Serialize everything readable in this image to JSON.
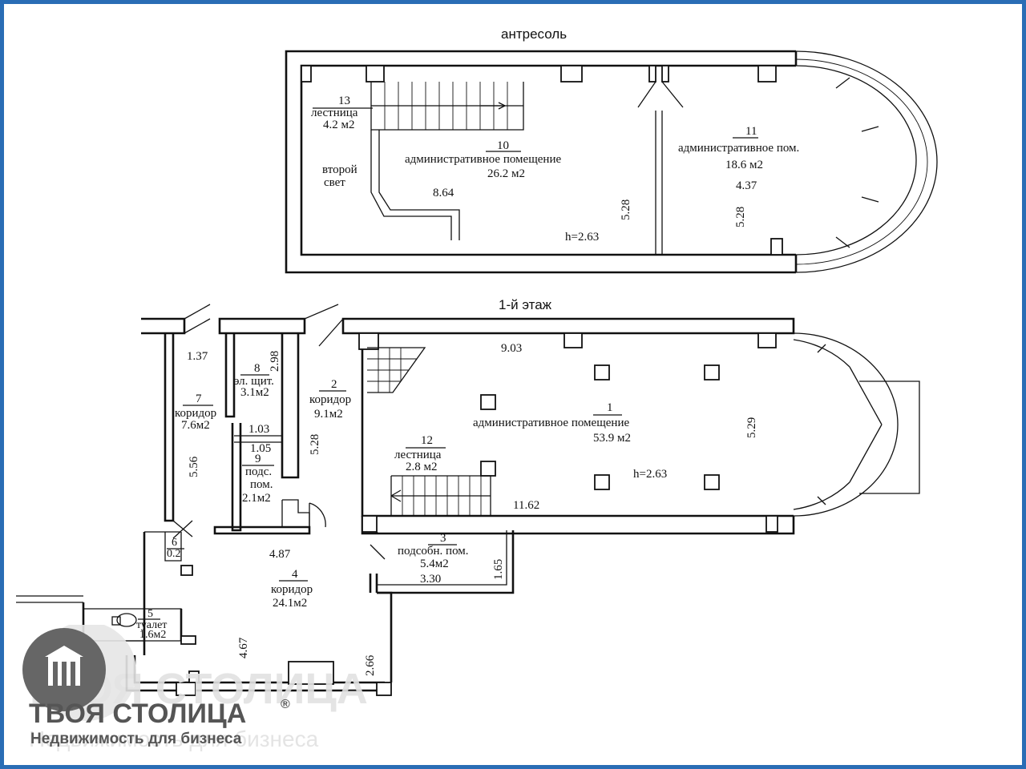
{
  "headers": {
    "mezzanine": "антресоль",
    "first_floor": "1-й этаж"
  },
  "mezzanine_rooms": [
    {
      "num": "13",
      "name": "лестница",
      "area": "4.2 м2"
    },
    {
      "num": "10",
      "name": "административное  помещение",
      "area": "26.2 м2"
    },
    {
      "num": "11",
      "name": "административное пом.",
      "area": "18.6 м2"
    }
  ],
  "mezzanine_labels": {
    "second_light_1": "второй",
    "second_light_2": "свет",
    "dim_864": "8.64",
    "dim_528a": "5.28",
    "dim_437": "4.37",
    "dim_528b": "5.28",
    "height": "h=2.63"
  },
  "floor_rooms": [
    {
      "num": "1",
      "name": "административное  помещение",
      "area": "53.9 м2"
    },
    {
      "num": "2",
      "name": "коридор",
      "area": "9.1м2"
    },
    {
      "num": "3",
      "name": "подсобн. пом.",
      "area": "5.4м2"
    },
    {
      "num": "4",
      "name": "коридор",
      "area": "24.1м2"
    },
    {
      "num": "5",
      "name": "туалет",
      "area": "1.6м2"
    },
    {
      "num": "6",
      "name": "",
      "area": "0.2"
    },
    {
      "num": "7",
      "name": "коридор",
      "area": "7.6м2"
    },
    {
      "num": "8",
      "name": "эл. щит.",
      "area": "3.1м2"
    },
    {
      "num": "9",
      "name_1": "подс.",
      "name_2": "пом.",
      "area": "2.1м2"
    },
    {
      "num": "12",
      "name": "лестница",
      "area": "2.8 м2"
    }
  ],
  "floor_labels": {
    "dim_903": "9.03",
    "dim_529": "5.29",
    "dim_1162": "11.62",
    "height": "h=2.63",
    "dim_137": "1.37",
    "dim_298": "2.98",
    "dim_103": "1.03",
    "dim_105": "1.05",
    "dim_528": "5.28",
    "dim_556": "5.56",
    "dim_487": "4.87",
    "dim_467": "4.67",
    "dim_266": "2.66",
    "dim_330": "3.30",
    "dim_165": "1.65"
  },
  "logo": {
    "name": "ТВОЯ СТОЛИЦА",
    "registered": "®",
    "tagline": "Недвижимость для бизнеса",
    "watermark_name": "ТВОЯ СТОЛИЦА",
    "watermark_tagline": "Недвижимость для бизнеса",
    "color_primary": "#555555",
    "color_watermark": "#d9d9d9"
  },
  "frame_color": "#2a6db5"
}
